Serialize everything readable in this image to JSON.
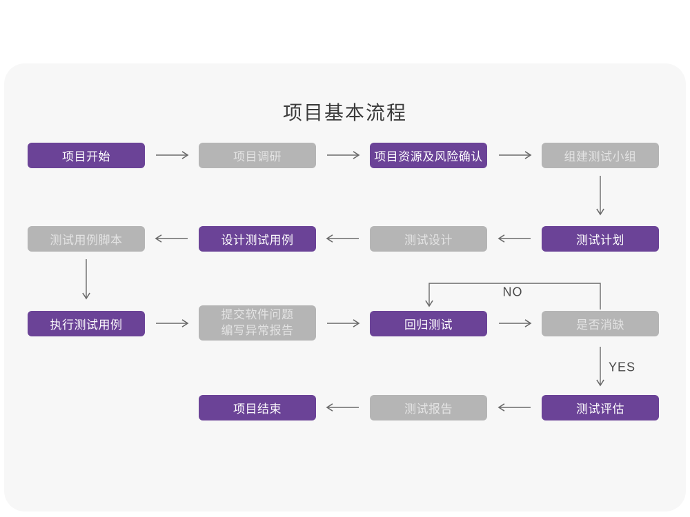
{
  "title": "项目基本流程",
  "colors": {
    "purple": "#6B4397",
    "gray": "#B5B5B5",
    "panel": "#F7F7F7",
    "arrow": "#6A6A6A"
  },
  "flow": {
    "nodes": [
      {
        "id": "project-start",
        "label": "项目开始",
        "variant": "purple"
      },
      {
        "id": "project-research",
        "label": "项目调研",
        "variant": "gray"
      },
      {
        "id": "resource-risk-confirm",
        "label": "项目资源及风险确认",
        "variant": "purple"
      },
      {
        "id": "form-test-team",
        "label": "组建测试小组",
        "variant": "gray"
      },
      {
        "id": "test-case-script",
        "label": "测试用例脚本",
        "variant": "gray"
      },
      {
        "id": "design-test-case",
        "label": "设计测试用例",
        "variant": "purple"
      },
      {
        "id": "test-design",
        "label": "测试设计",
        "variant": "gray"
      },
      {
        "id": "test-plan",
        "label": "测试计划",
        "variant": "purple"
      },
      {
        "id": "execute-test-case",
        "label": "执行测试用例",
        "variant": "purple"
      },
      {
        "id": "submit-issue-report",
        "label": "提交软件问题\n编写异常报告",
        "variant": "gray"
      },
      {
        "id": "regression-test",
        "label": "回归测试",
        "variant": "purple"
      },
      {
        "id": "defect-resolved",
        "label": "是否消缺",
        "variant": "gray"
      },
      {
        "id": "project-end",
        "label": "项目结束",
        "variant": "purple"
      },
      {
        "id": "test-report",
        "label": "测试报告",
        "variant": "gray"
      },
      {
        "id": "test-evaluation",
        "label": "测试评估",
        "variant": "purple"
      }
    ],
    "labels": {
      "no": "NO",
      "yes": "YES"
    }
  }
}
